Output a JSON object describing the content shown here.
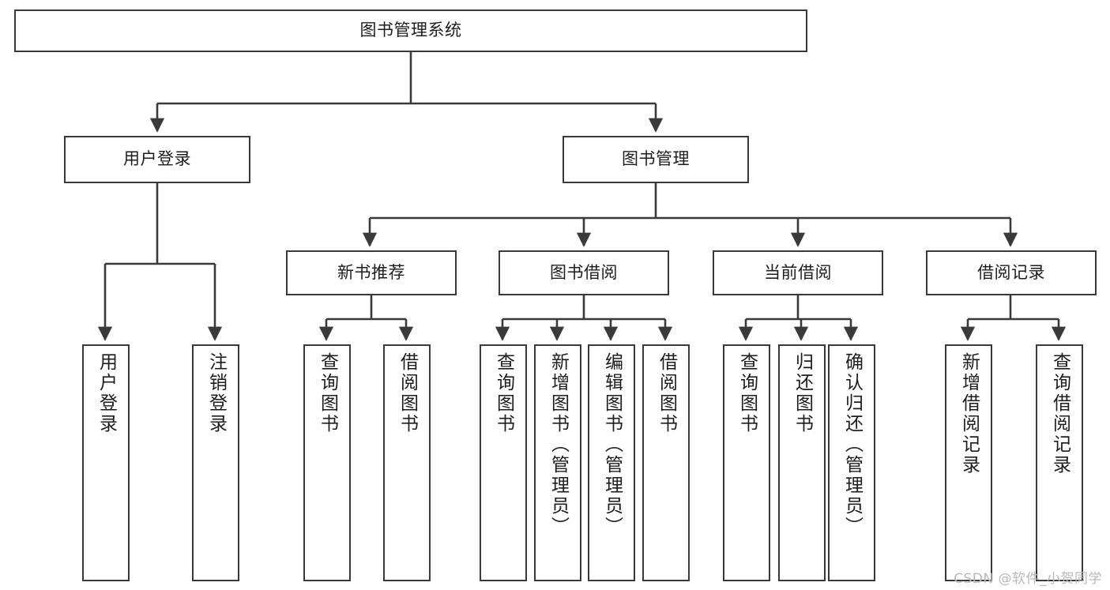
{
  "diagram": {
    "title": "图书管理系统",
    "type": "tree",
    "background_color": "#ffffff",
    "box_border_color": "#3a3a3a",
    "connector_color": "#3a3a3a",
    "text_color": "#1d1d1d"
  },
  "root": {
    "label": "图书管理系统"
  },
  "level1": [
    {
      "label": "用户登录"
    },
    {
      "label": "图书管理"
    }
  ],
  "level2": [
    {
      "label": "新书推荐"
    },
    {
      "label": "图书借阅"
    },
    {
      "label": "当前借阅"
    },
    {
      "label": "借阅记录"
    }
  ],
  "leaves": {
    "user_login": [
      {
        "label": "用户登录"
      },
      {
        "label": "注销登录"
      }
    ],
    "new_book_recommend": [
      {
        "label": "查询图书"
      },
      {
        "label": "借阅图书"
      }
    ],
    "book_borrow": [
      {
        "label": "查询图书"
      },
      {
        "label": "新增图书（管理员）"
      },
      {
        "label": "编辑图书（管理员）"
      },
      {
        "label": "借阅图书"
      }
    ],
    "current_borrow": [
      {
        "label": "查询图书"
      },
      {
        "label": "归还图书"
      },
      {
        "label": "确认归还（管理员）"
      }
    ],
    "borrow_record": [
      {
        "label": "新增借阅记录"
      },
      {
        "label": "查询借阅记录"
      }
    ]
  },
  "watermark": {
    "text": "CSDN @软件_小贺同学"
  }
}
